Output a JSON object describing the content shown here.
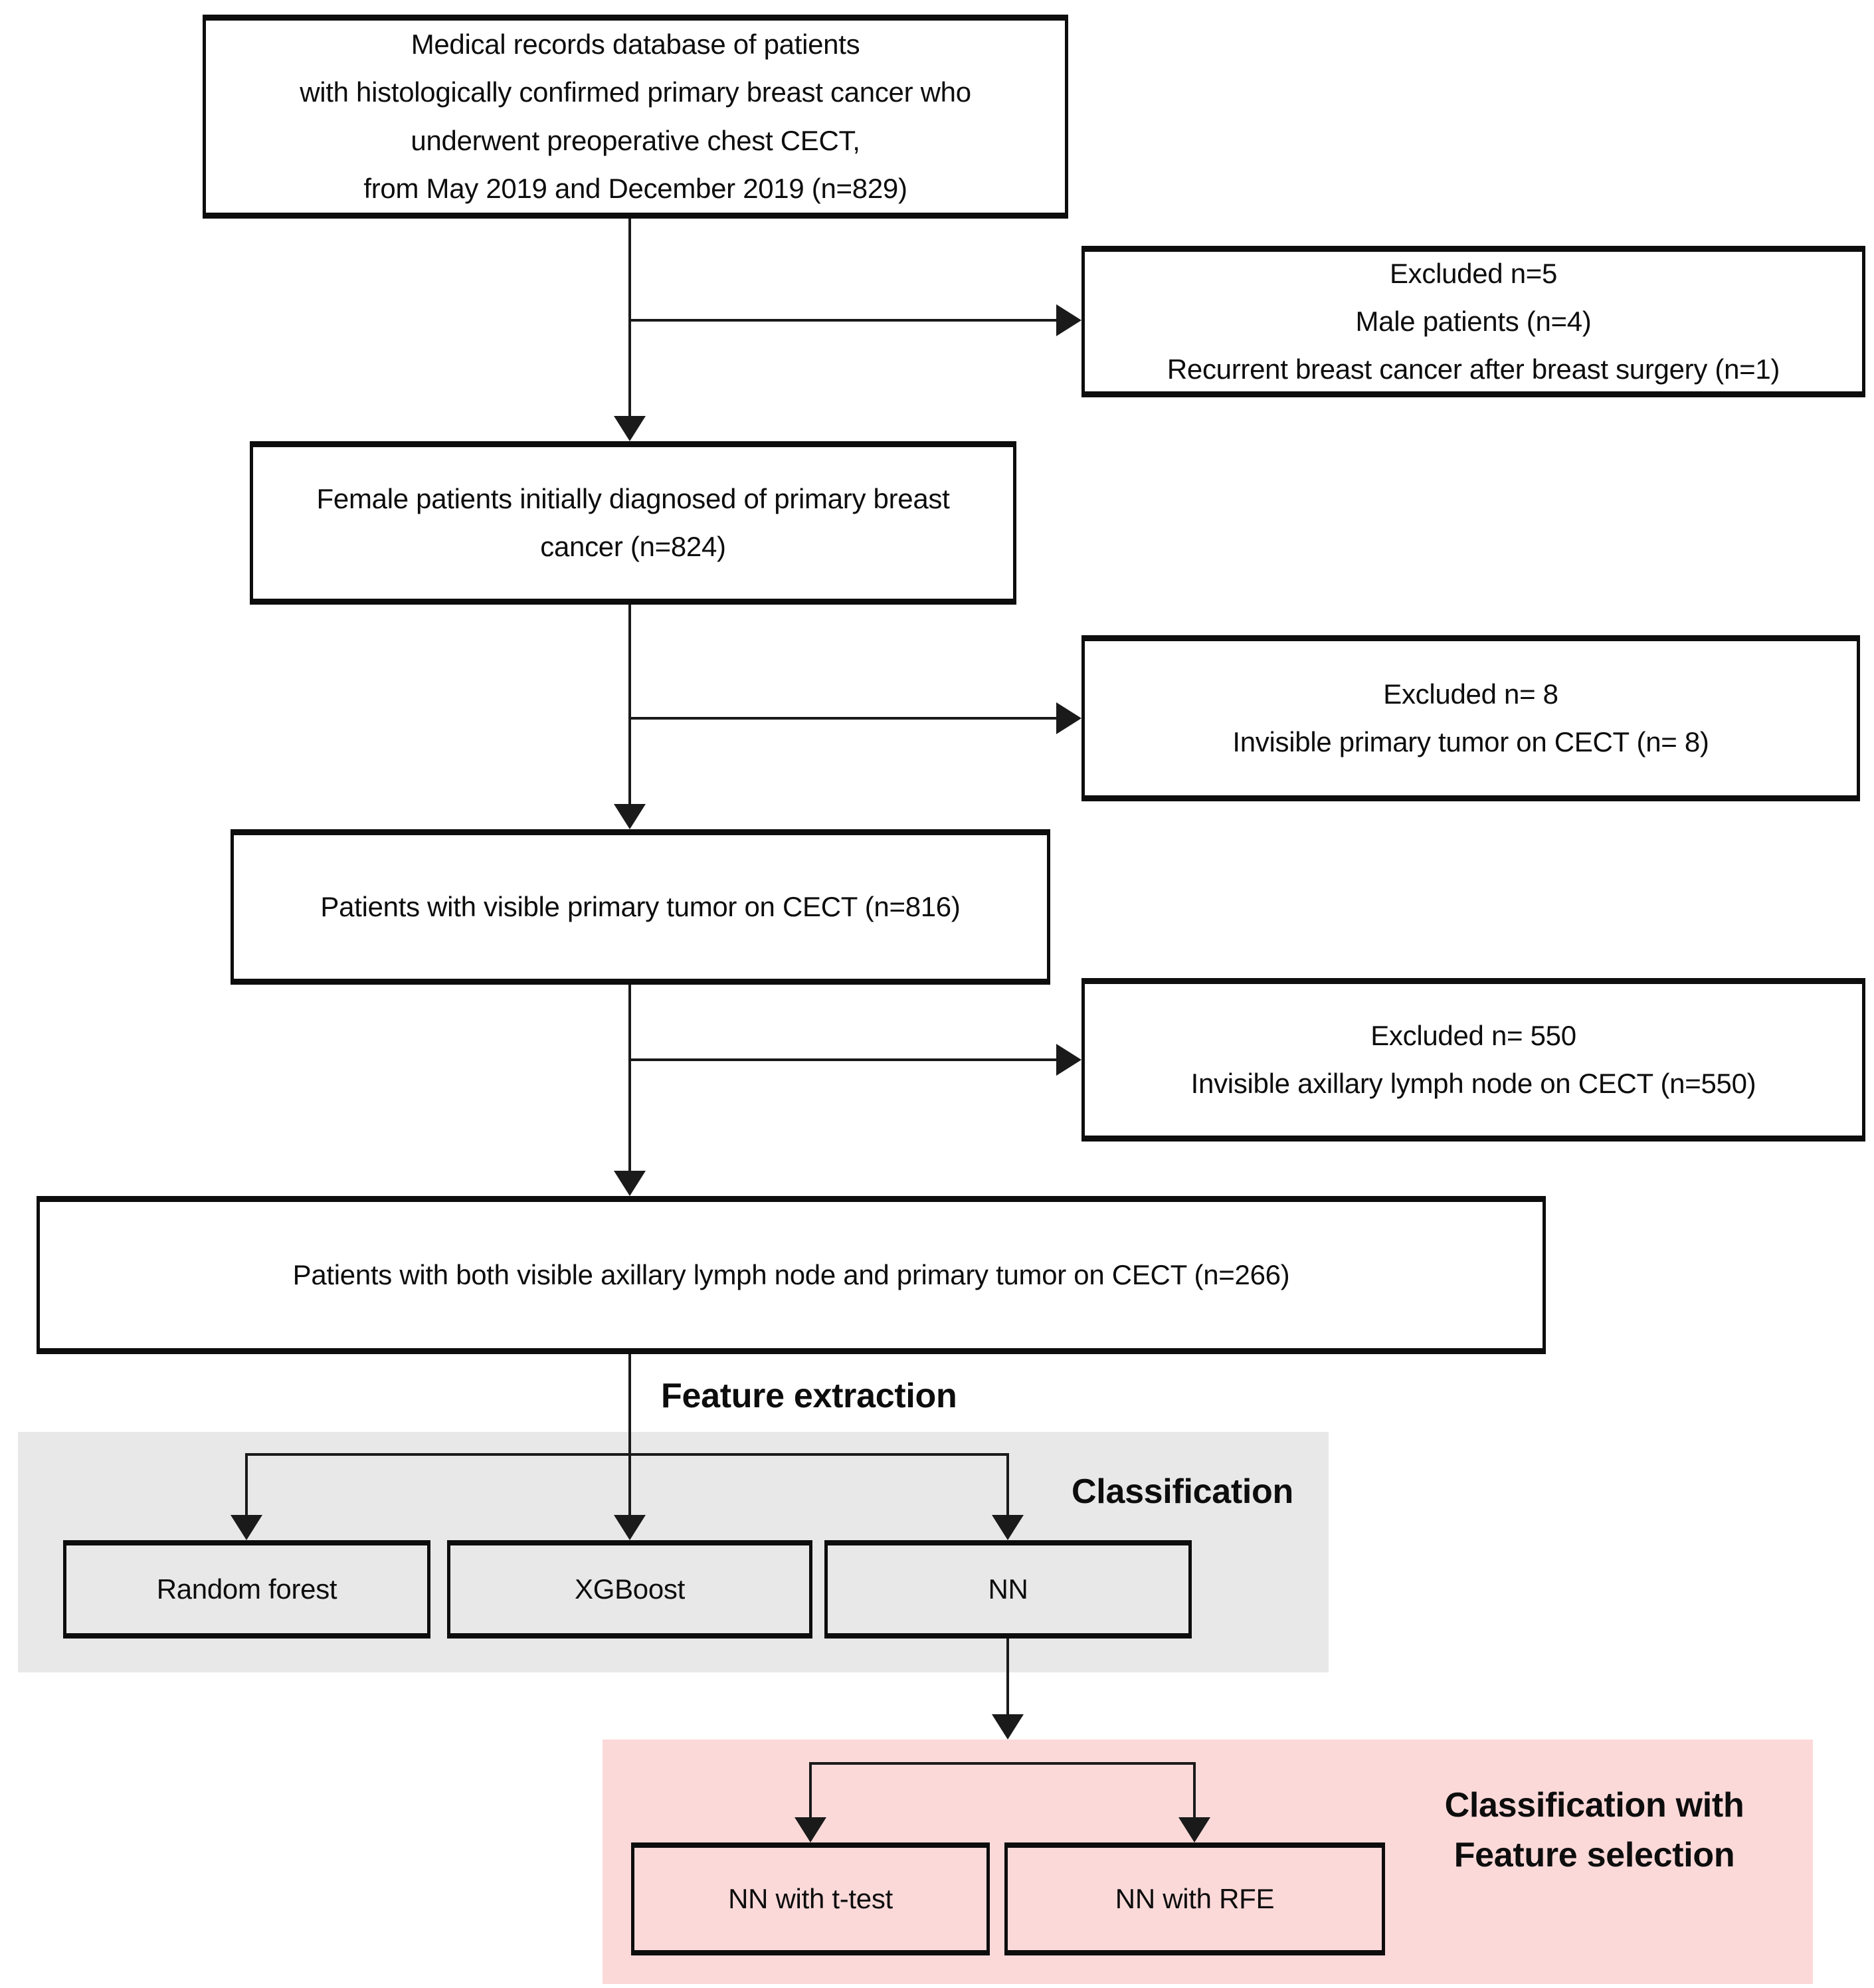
{
  "flowchart": {
    "nodes": {
      "source_database": "Medical records database of patients\nwith histologically confirmed primary breast cancer who\nunderwent preoperative chest CECT,\nfrom May 2019 and December 2019 (n=829)",
      "excluded_1": "Excluded n=5\nMale patients (n=4)\nRecurrent breast cancer after breast surgery (n=1)",
      "female_patients": "Female patients initially diagnosed of primary breast\ncancer (n=824)",
      "excluded_2": "Excluded n= 8\nInvisible primary tumor on CECT (n= 8)",
      "visible_primary_tumor": "Patients with visible primary tumor on CECT (n=816)",
      "excluded_3": "Excluded n= 550\nInvisible axillary lymph node on CECT (n=550)",
      "visible_node_and_tumor": "Patients with both visible axillary lymph node and primary tumor on CECT (n=266)",
      "random_forest": "Random forest",
      "xgboost": "XGBoost",
      "nn": "NN",
      "nn_ttest": "NN with t-test",
      "nn_rfe": "NN with RFE"
    },
    "labels": {
      "feature_extraction": "Feature extraction",
      "classification": "Classification",
      "classification_feature_selection": "Classification with\nFeature selection"
    },
    "colors": {
      "classification_region_bg": "#E8E8E8",
      "feature_selection_region_bg": "#FCD9D9",
      "box_border": "#0d0d0d",
      "connector": "#1a1a1a"
    }
  }
}
